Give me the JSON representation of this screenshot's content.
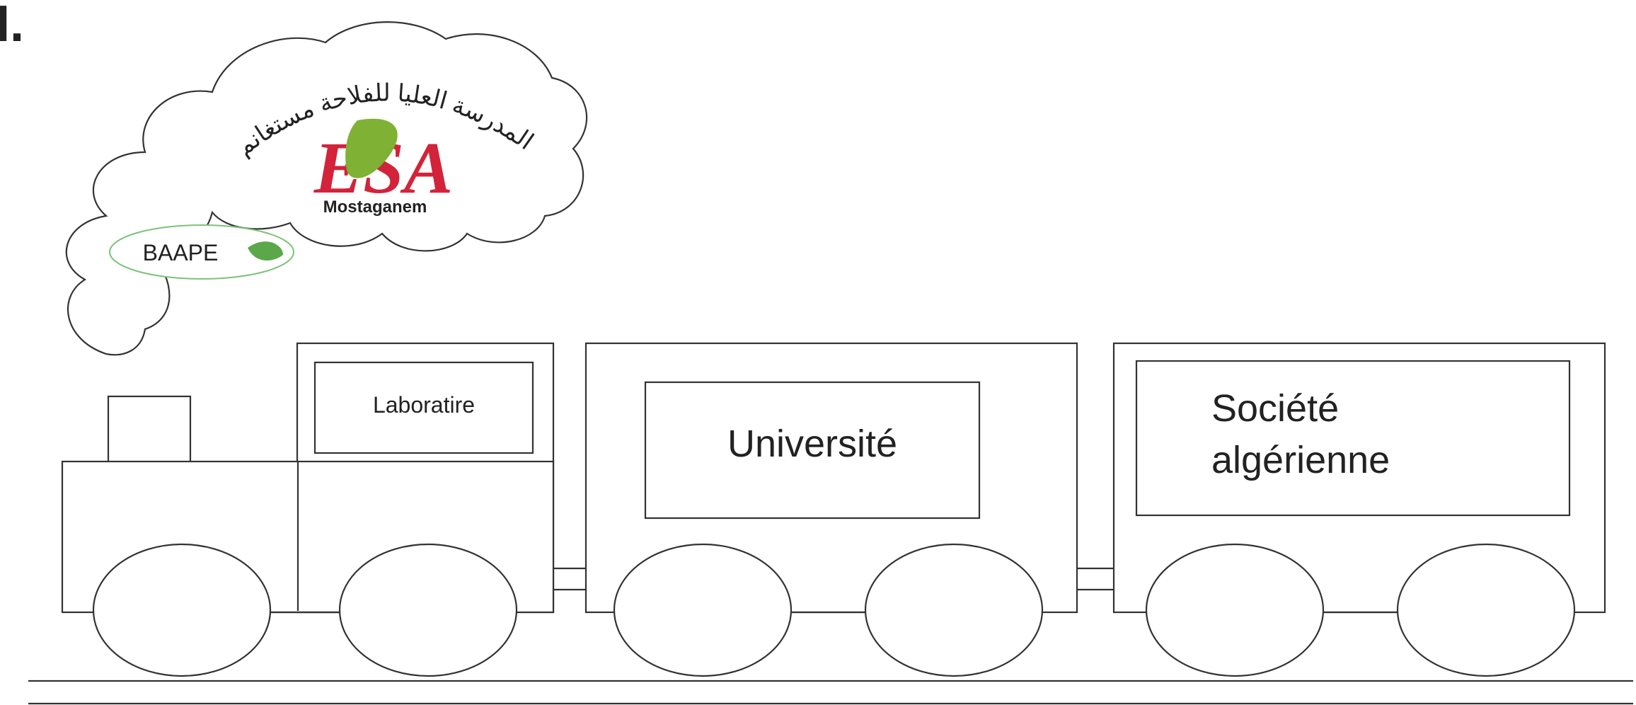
{
  "corner_mark": "I.",
  "smoke_cloud": {
    "arabic_text": "المدرسة العليا للفلاحة مستغانم",
    "logo_text": "ESA",
    "logo_subtitle": "Mostaganem",
    "badge_text": "BAAPE"
  },
  "locomotive": {
    "window_label": "Laboratire"
  },
  "wagons": [
    {
      "label_lines": [
        "Université"
      ]
    },
    {
      "label_lines": [
        "Société",
        "algérienne"
      ]
    }
  ],
  "colors": {
    "logo_red": "#d3233a",
    "logo_green": "#7fb135",
    "badge_green": "#5aa84a",
    "outline": "#333333"
  }
}
